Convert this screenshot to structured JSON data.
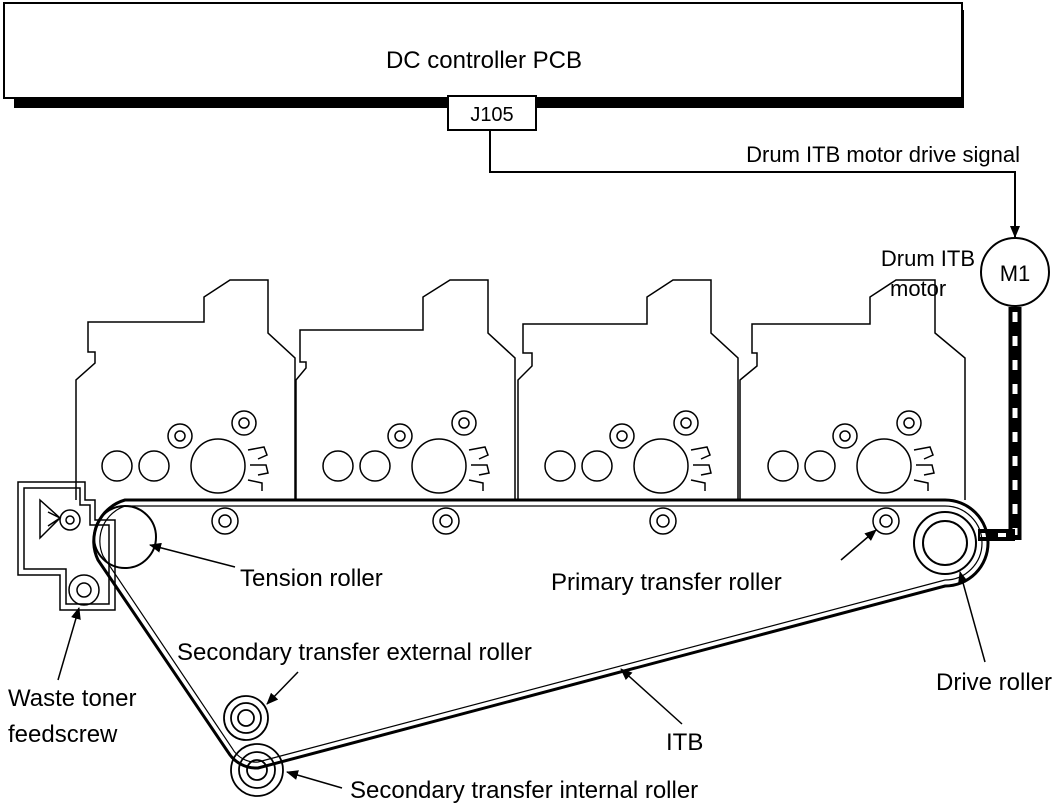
{
  "pcb": {
    "label": "DC controller PCB",
    "connector": "J105"
  },
  "signal": {
    "label": "Drum ITB motor drive signal"
  },
  "motor": {
    "id": "M1",
    "label_line1": "Drum ITB",
    "label_line2": "motor"
  },
  "labels": {
    "tension_roller": "Tension roller",
    "primary_transfer_roller": "Primary transfer roller",
    "secondary_transfer_external_roller": "Secondary transfer external roller",
    "drive_roller": "Drive roller",
    "waste_toner_line1": "Waste toner",
    "waste_toner_line2": "feedscrew",
    "itb": "ITB",
    "secondary_transfer_internal_roller": "Secondary transfer internal roller"
  }
}
